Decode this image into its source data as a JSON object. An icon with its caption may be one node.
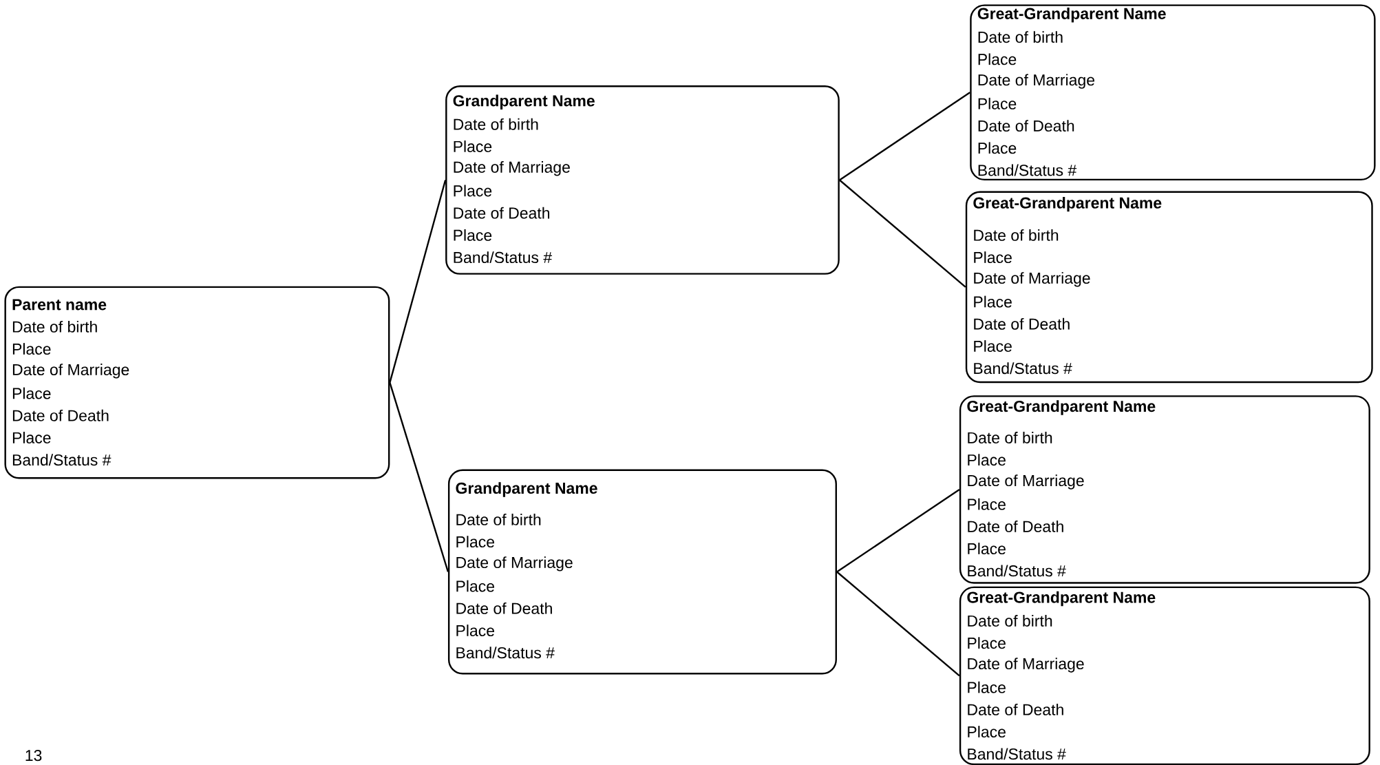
{
  "diagram": {
    "nodes": [
      {
        "text": [
          "Parent name",
          "Date of birth",
          "Place",
          "Date of Marriage",
          "Place",
          "Date of Death",
          "Place",
          "Band/Status #"
        ]
      },
      {
        "text": [
          "Grandparent Name",
          "Date of birth",
          "Place",
          "Date of Marriage",
          "Place",
          "Date of Death",
          "Place",
          "Band/Status #"
        ]
      },
      {
        "text": [
          "Grandparent Name",
          "Date of birth",
          "Place",
          "Date of Marriage",
          "Place",
          "Date of Death",
          "Place",
          "Band/Status #"
        ]
      },
      {
        "text": [
          "Great-Grandparent Name",
          "Date of birth",
          "Place",
          "Date of Marriage",
          "Place",
          "Date of Death",
          "Place",
          "Band/Status #"
        ]
      },
      {
        "text": [
          "Great-Grandparent Name",
          "Date of birth",
          "Place",
          "Date of Marriage",
          "Place",
          "Date of Death",
          "Place",
          "Band/Status #"
        ]
      },
      {
        "text": [
          "Great-Grandparent Name",
          "Date of birth",
          "Place",
          "Date of Marriage",
          "Place",
          "Date of Death",
          "Place",
          "Band/Status #"
        ]
      },
      {
        "text": [
          "Great-Grandparent Name",
          "Date of birth",
          "Place",
          "Date of Marriage",
          "Place",
          "Date of Death",
          "Place",
          "Band/Status #"
        ]
      }
    ],
    "edges": [
      {
        "from": 0,
        "to": 1,
        "arrow": "none"
      },
      {
        "from": 0,
        "to": 2,
        "arrow": "none"
      },
      {
        "from": 1,
        "to": 3,
        "arrow": "none"
      },
      {
        "from": 1,
        "to": 4,
        "arrow": "none"
      },
      {
        "from": 2,
        "to": 5,
        "arrow": "none"
      },
      {
        "from": 2,
        "to": 6,
        "arrow": "none"
      }
    ],
    "labels": [
      "13"
    ]
  }
}
